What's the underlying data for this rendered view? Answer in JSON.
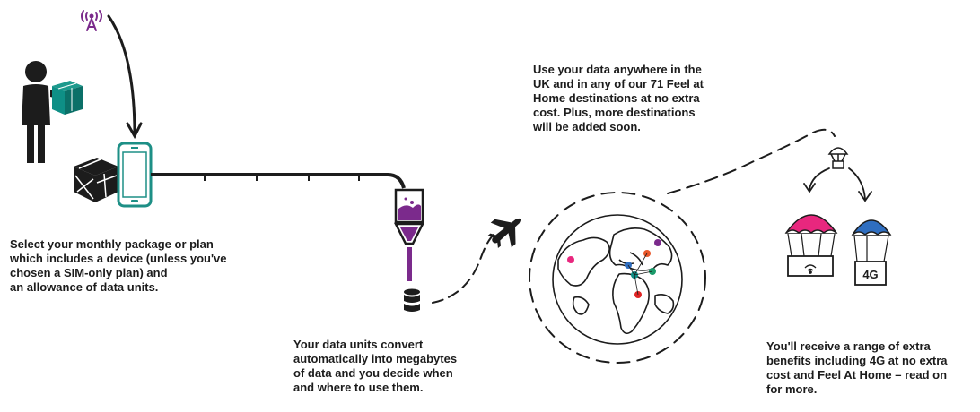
{
  "steps": [
    {
      "text": "Select your monthly package or plan\nwhich includes a device (unless you've\nchosen a SIM-only plan) and\nan allowance of data units."
    },
    {
      "text": "Use your data anywhere in the\nUK and in any of our 71 Feel at\nHome destinations at no extra\ncost. Plus, more destinations\nwill be added soon."
    },
    {
      "text": "Your data units convert\nautomatically into megabytes\nof data and you decide when\nand where to use them."
    },
    {
      "text": "You'll receive a range of extra\nbenefits including 4G at no extra\ncost and Feel At Home – read on\nfor more."
    }
  ],
  "badge_4g": "4G",
  "colors": {
    "ink": "#1c1c1c",
    "purple": "#7b2a8c",
    "teal": "#0e8f86",
    "pink": "#e8277e",
    "blue": "#2f6ec0",
    "green": "#1a9a6a",
    "red": "#e02424",
    "orange": "#e8572a"
  },
  "icons": [
    "radio-tower-icon",
    "person-with-box-icon",
    "package-icon",
    "smartphone-icon",
    "converter-funnel-icon",
    "database-icon",
    "airplane-icon",
    "globe-icon",
    "parcel-parachute-icon",
    "wifi-parachute-icon",
    "4g-parachute-icon"
  ]
}
